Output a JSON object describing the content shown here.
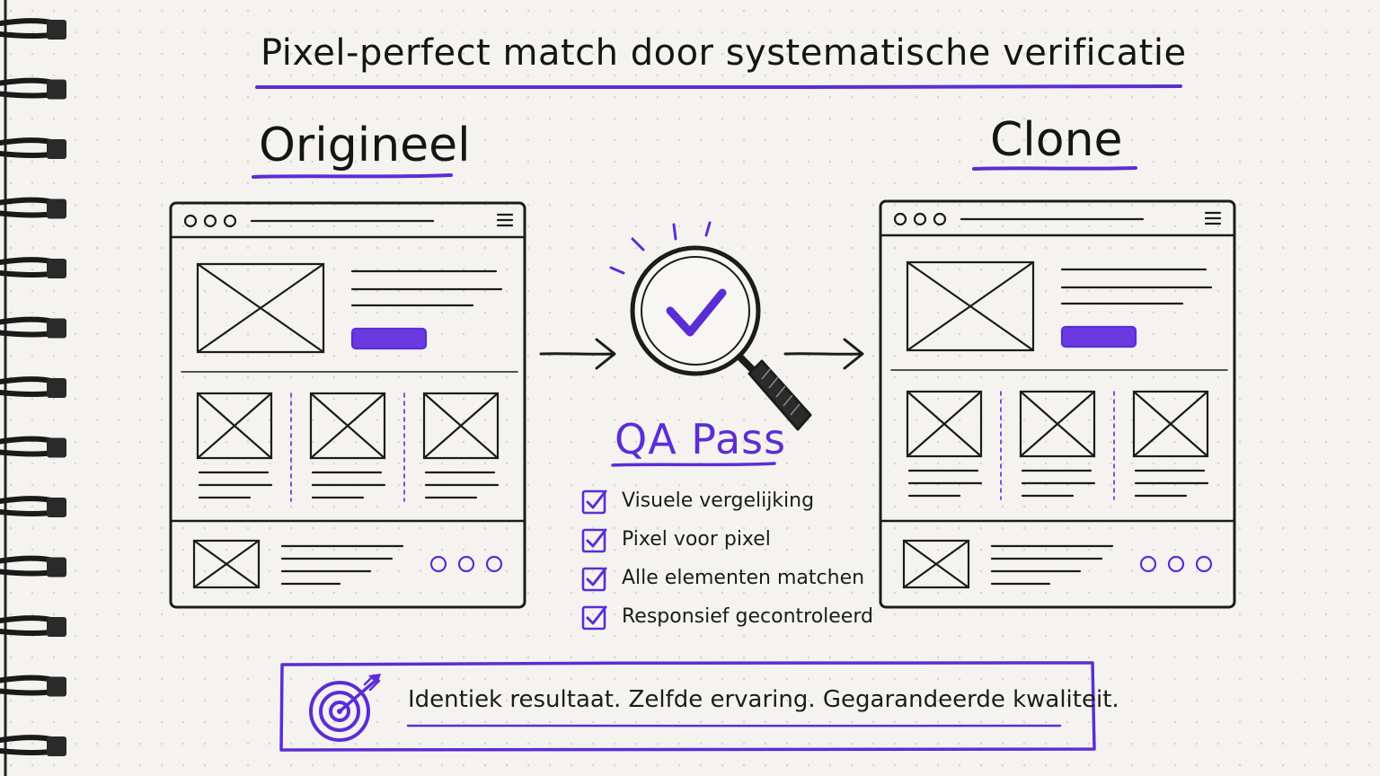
{
  "title": "Pixel-perfect match door systematische verificatie",
  "left_heading": "Origineel",
  "right_heading": "Clone",
  "qa": {
    "label": "QA Pass",
    "checklist": [
      {
        "label": "Visuele vergelijking",
        "checked": true
      },
      {
        "label": "Pixel voor pixel",
        "checked": true
      },
      {
        "label": "Alle elementen matchen",
        "checked": true
      },
      {
        "label": "Responsief gecontroleerd",
        "checked": true
      }
    ]
  },
  "banner": {
    "text": "Identiek resultaat. Zelfde ervaring. Gegarandeerde kwaliteit.",
    "icon": "target-icon"
  },
  "colors": {
    "accent": "#5b2dd6",
    "ink": "#1c1c1c",
    "paper": "#f4f3ef"
  }
}
